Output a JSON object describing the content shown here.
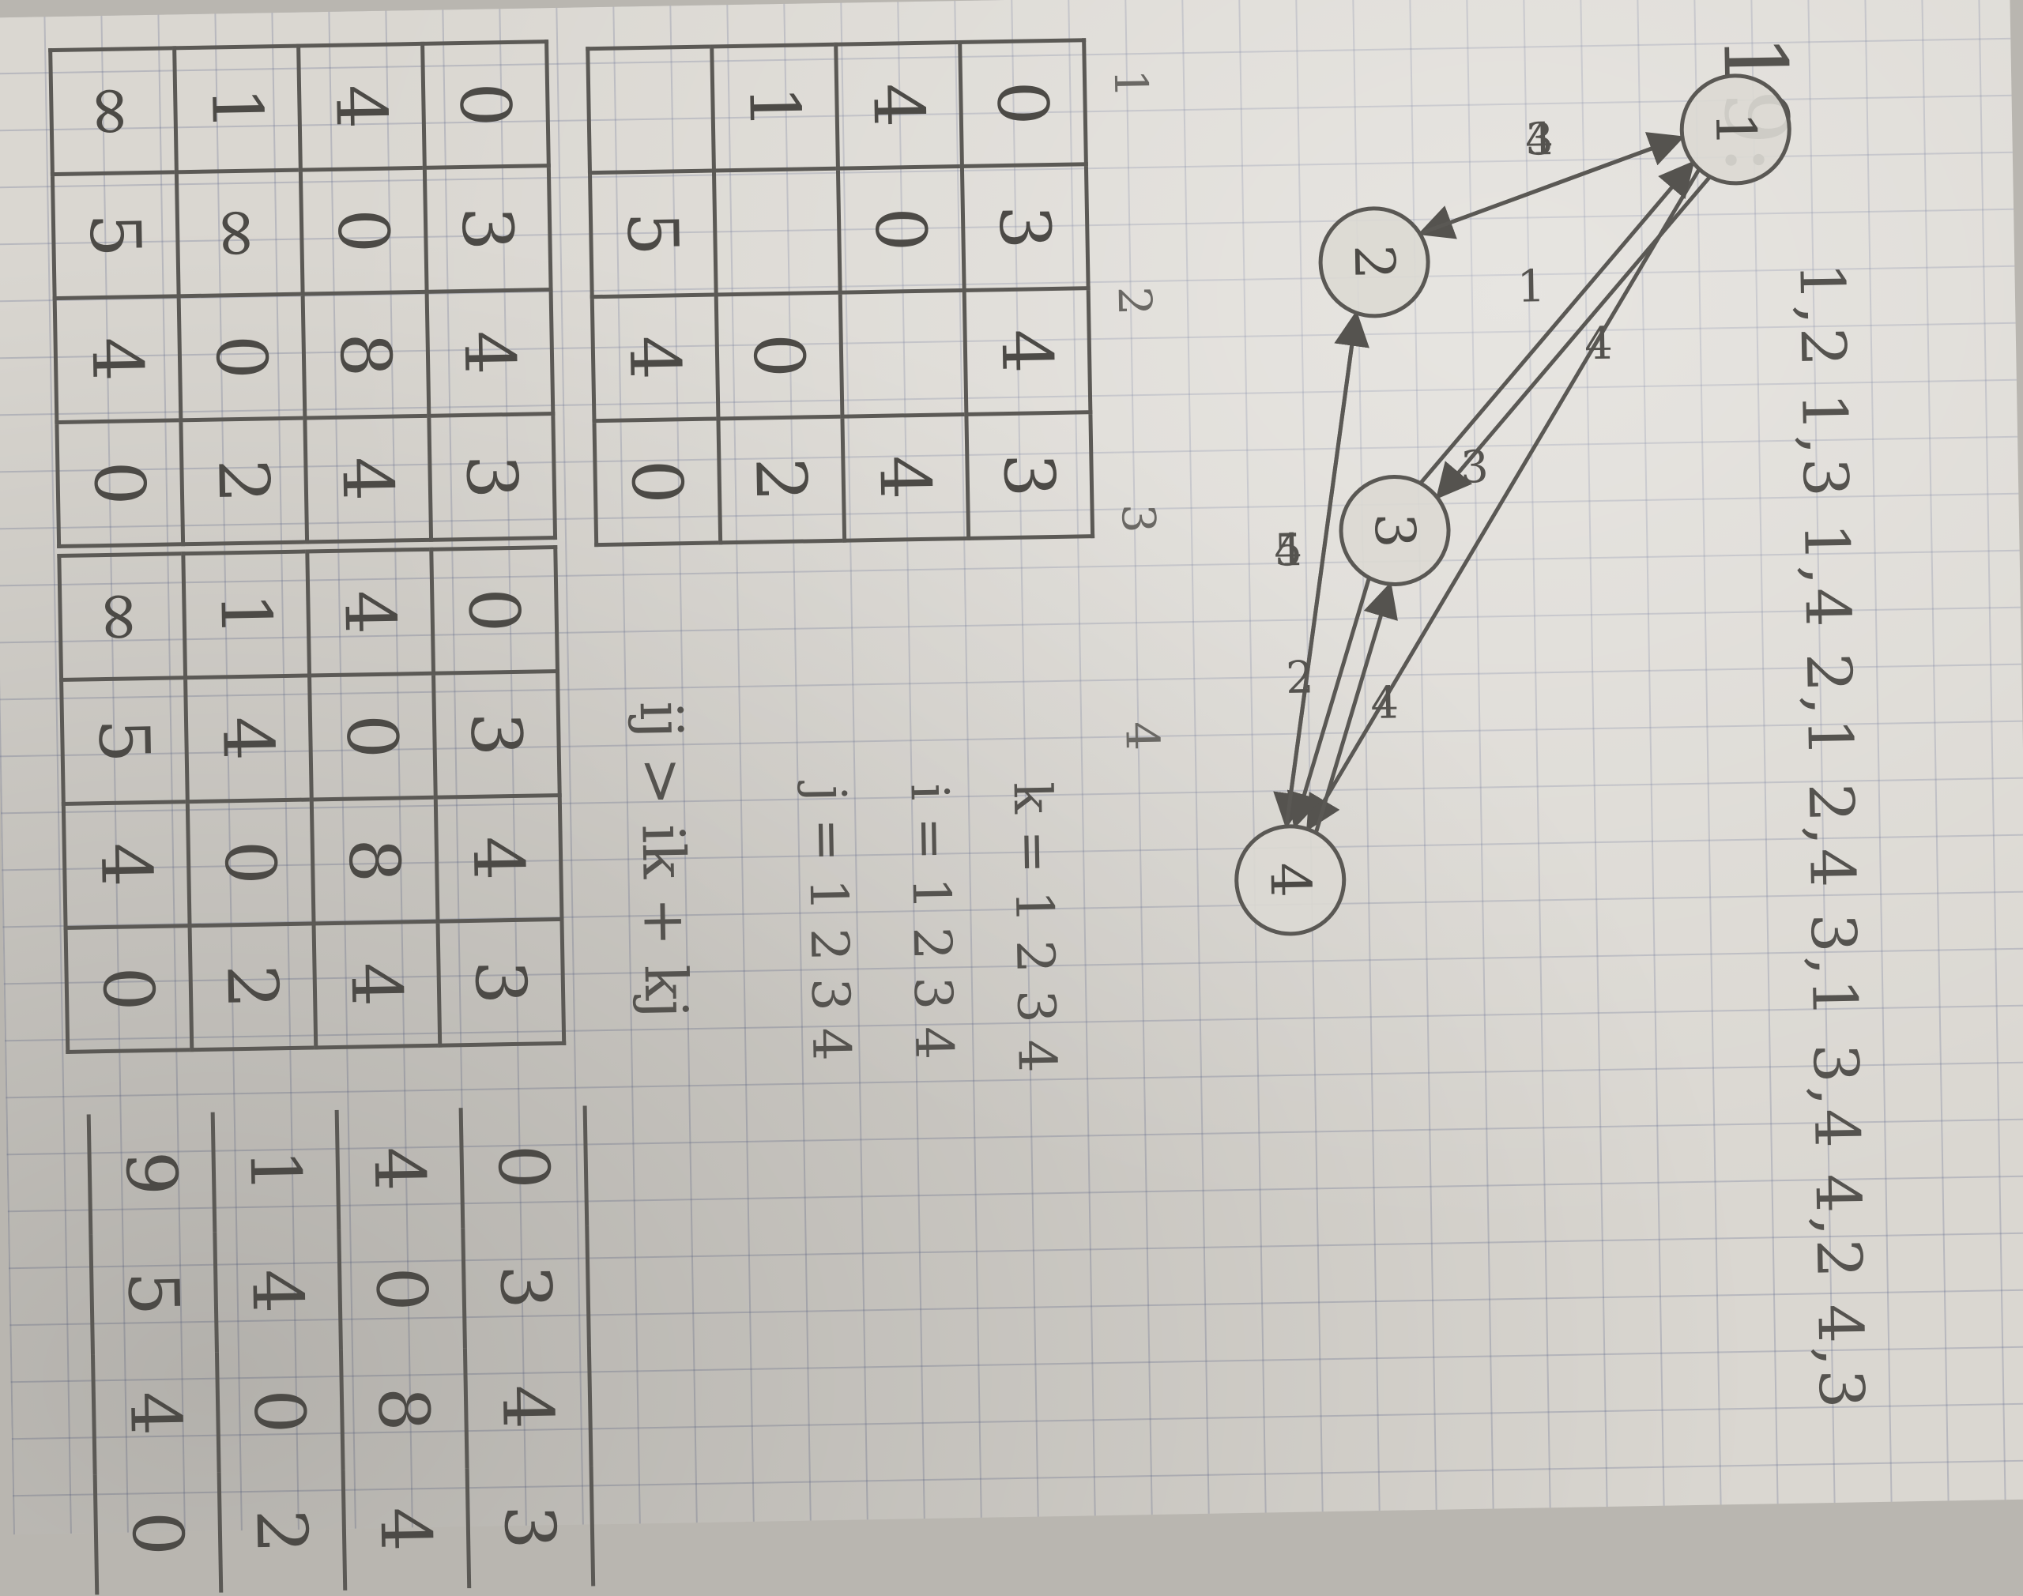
{
  "task_number": "19:",
  "edge_list": "1,2 1,3 1,4 2,1 2,4 3,1 3,4 4,2 4,3",
  "edge_weights": "3 4 3 4 1 2 5 4",
  "graph": {
    "nodes": [
      {
        "id": "1",
        "label": "1"
      },
      {
        "id": "2",
        "label": "2"
      },
      {
        "id": "3",
        "label": "3"
      },
      {
        "id": "4",
        "label": "4"
      }
    ],
    "edges": [
      {
        "from": "1",
        "to": "2",
        "weight": "3"
      },
      {
        "from": "1",
        "to": "3",
        "weight": "4"
      },
      {
        "from": "1",
        "to": "4",
        "weight": "3"
      },
      {
        "from": "2",
        "to": "1",
        "weight": "4"
      },
      {
        "from": "2",
        "to": "4",
        "weight": "4"
      },
      {
        "from": "3",
        "to": "1",
        "weight": "1"
      },
      {
        "from": "3",
        "to": "4",
        "weight": "2"
      },
      {
        "from": "4",
        "to": "2",
        "weight": "5"
      },
      {
        "from": "4",
        "to": "3",
        "weight": "4"
      }
    ]
  },
  "loops": {
    "k": "k = 1 2 3 4",
    "i": "i = 1 2 3 4",
    "j": "j = 1 2 3 4"
  },
  "formula": "ij > ik + kj",
  "matrices": [
    {
      "header": "1 2 3 4",
      "rows": [
        [
          "0",
          "3",
          "4",
          "3"
        ],
        [
          "4",
          "0",
          "",
          "4"
        ],
        [
          "1",
          "",
          "0",
          "2"
        ],
        [
          "",
          "5",
          "4",
          "0"
        ]
      ]
    },
    {
      "rows": [
        [
          "0",
          "3",
          "4",
          "3"
        ],
        [
          "4",
          "0",
          "8",
          "4"
        ],
        [
          "1",
          "∞",
          "0",
          "2"
        ],
        [
          "∞",
          "5",
          "4",
          "0"
        ]
      ]
    },
    {
      "rows": [
        [
          "0",
          "3",
          "4",
          "3"
        ],
        [
          "4",
          "0",
          "8",
          "4"
        ],
        [
          "1",
          "4",
          "0",
          "2"
        ],
        [
          "∞",
          "5",
          "4",
          "0"
        ]
      ]
    },
    {
      "rows": [
        [
          "0",
          "3",
          "4",
          "3"
        ],
        [
          "4",
          "0",
          "8",
          "4"
        ],
        [
          "1",
          "4",
          "0",
          "2"
        ],
        [
          "9",
          "5",
          "4",
          "0"
        ]
      ]
    }
  ]
}
